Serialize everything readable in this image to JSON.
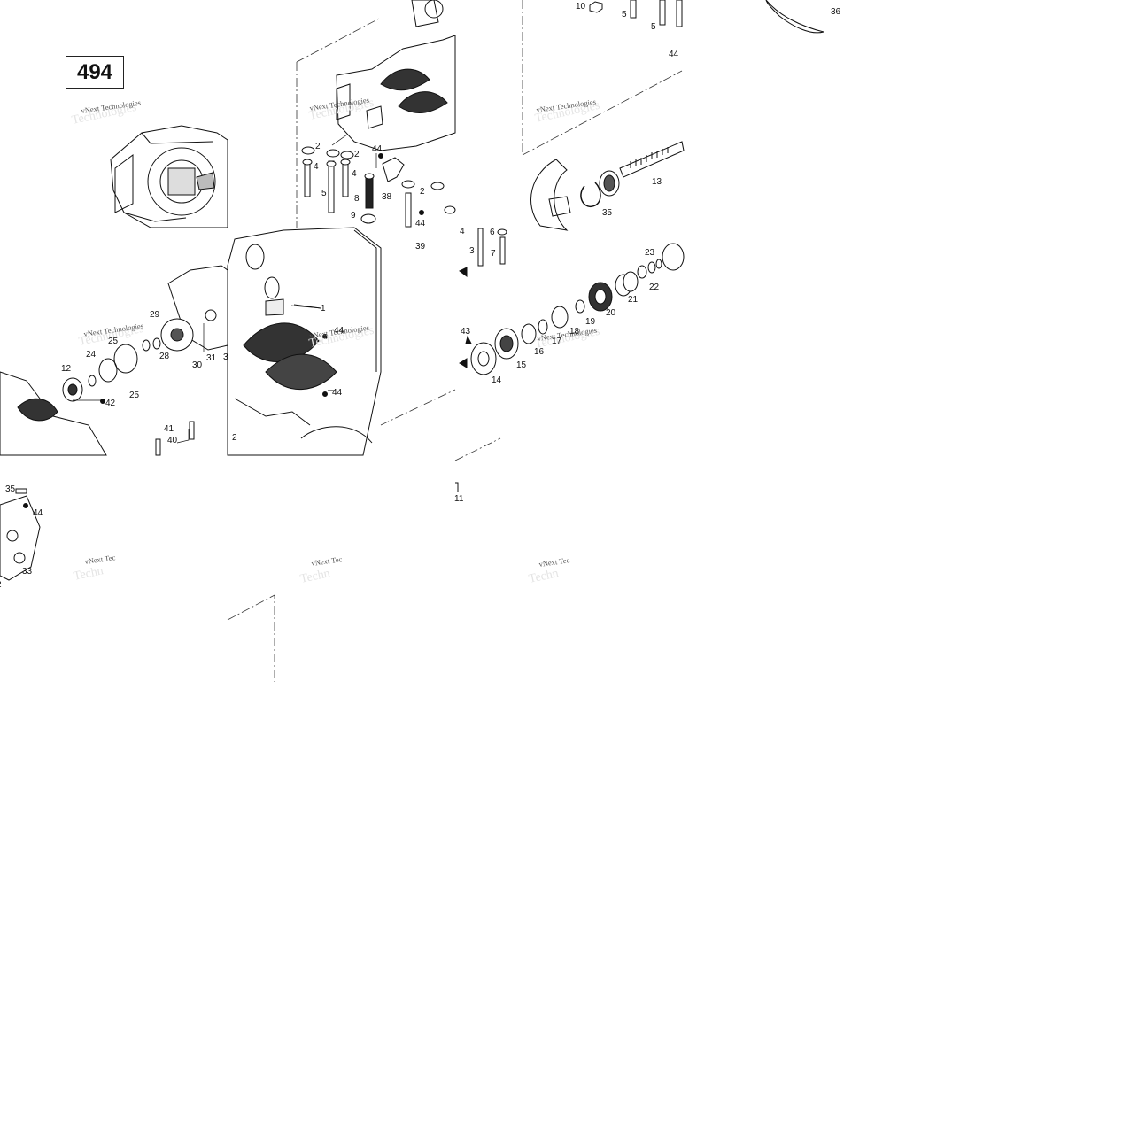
{
  "page_number": "494",
  "watermark_text": "vNext Technologies",
  "watermark_text_cut": "vNext Tec",
  "callouts": {
    "c1": "1",
    "c2": "2",
    "c3": "3",
    "c4": "4",
    "c5": "5",
    "c6": "6",
    "c7": "7",
    "c8": "8",
    "c9": "9",
    "c10": "10",
    "c11": "11",
    "c12": "12",
    "c13": "13",
    "c14": "14",
    "c15": "15",
    "c16": "16",
    "c17": "17",
    "c18": "18",
    "c19": "19",
    "c20": "20",
    "c21": "21",
    "c22": "22",
    "c23": "23",
    "c24": "24",
    "c25": "25",
    "c28": "28",
    "c29": "29",
    "c30": "30",
    "c31": "31",
    "c33": "33",
    "c35": "35",
    "c36": "36",
    "c38": "38",
    "c39": "39",
    "c40": "40",
    "c41": "41",
    "c42": "42",
    "c43": "43",
    "c44": "44"
  }
}
